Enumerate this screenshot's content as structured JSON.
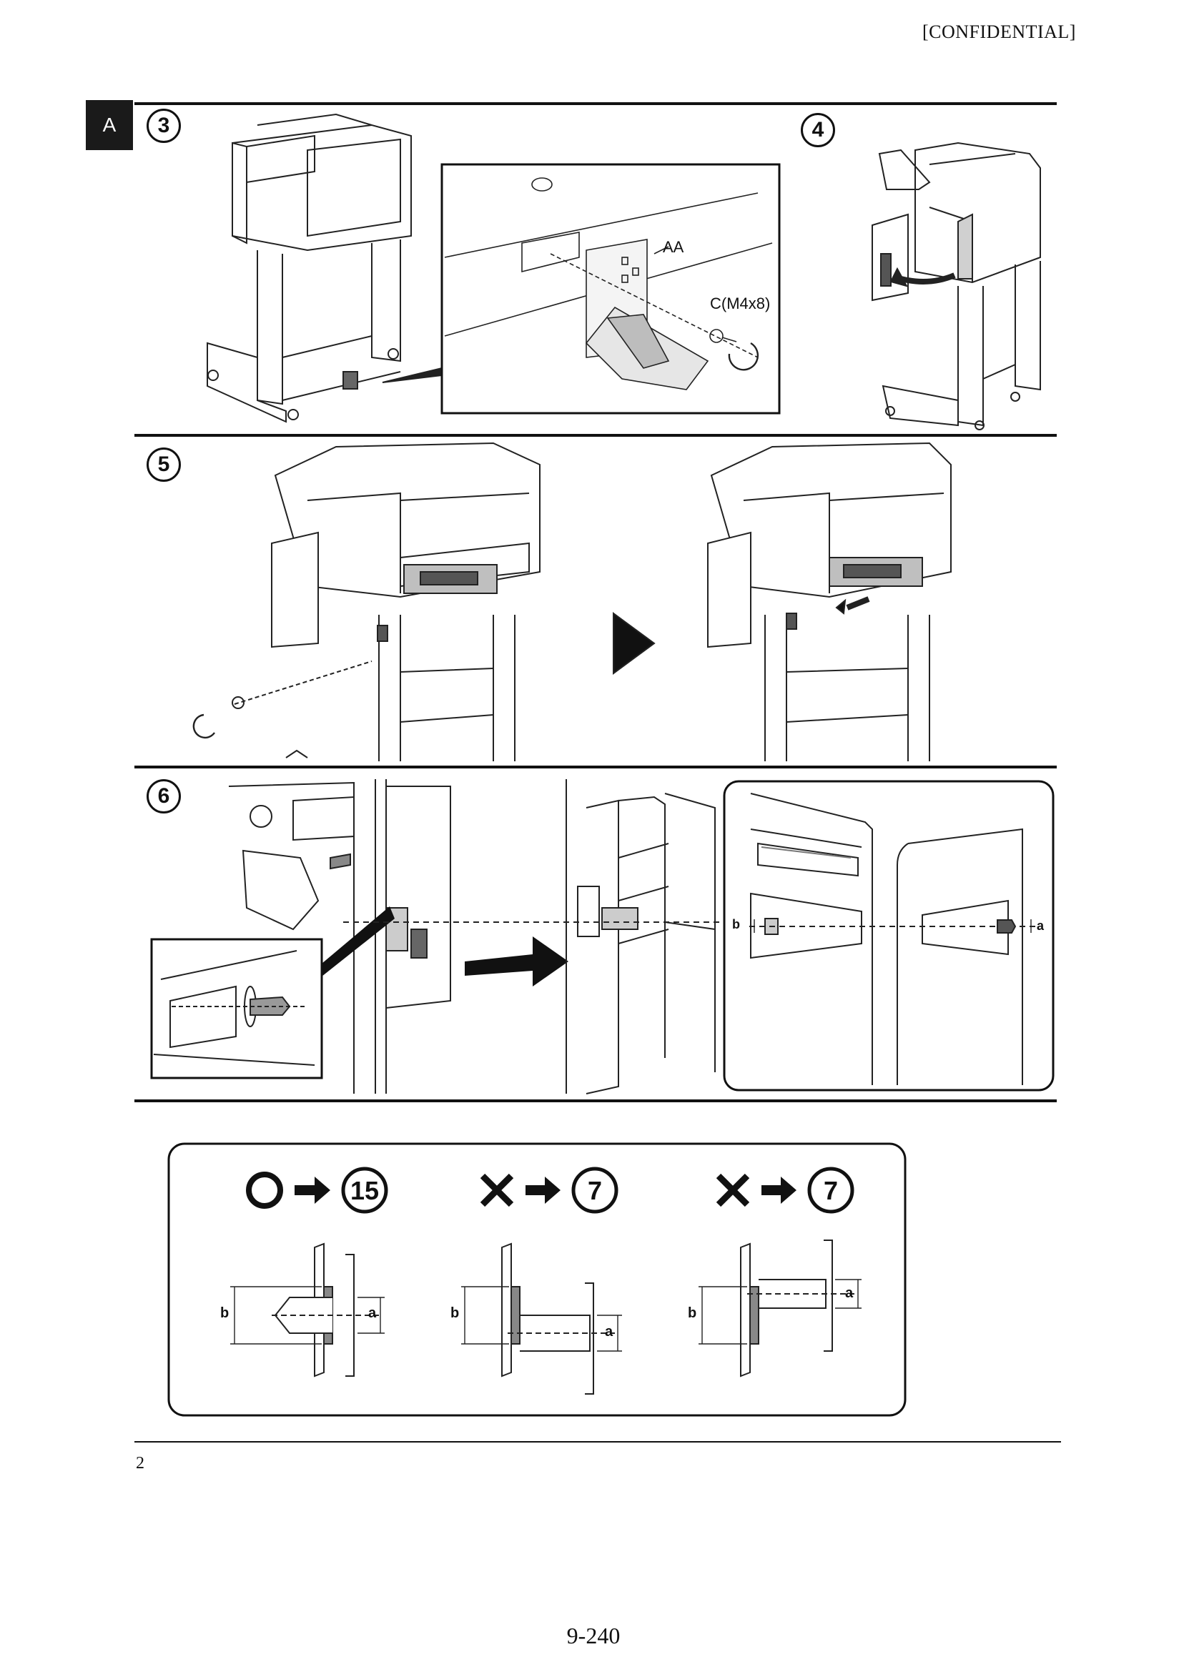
{
  "header": {
    "classification": "[CONFIDENTIAL]"
  },
  "section": {
    "label": "A"
  },
  "steps": {
    "s3": "3",
    "s4": "4",
    "s5": "5",
    "s6": "6"
  },
  "callouts": {
    "bracket_part": "AA",
    "screw": "C(M4x8)",
    "dim_a": "a",
    "dim_b": "b"
  },
  "judgement": {
    "cases": [
      {
        "mark": "circle",
        "goto": "15"
      },
      {
        "mark": "cross",
        "goto": "7"
      },
      {
        "mark": "cross",
        "goto": "7"
      }
    ]
  },
  "footer": {
    "note_number": "2",
    "page_number": "9-240"
  }
}
